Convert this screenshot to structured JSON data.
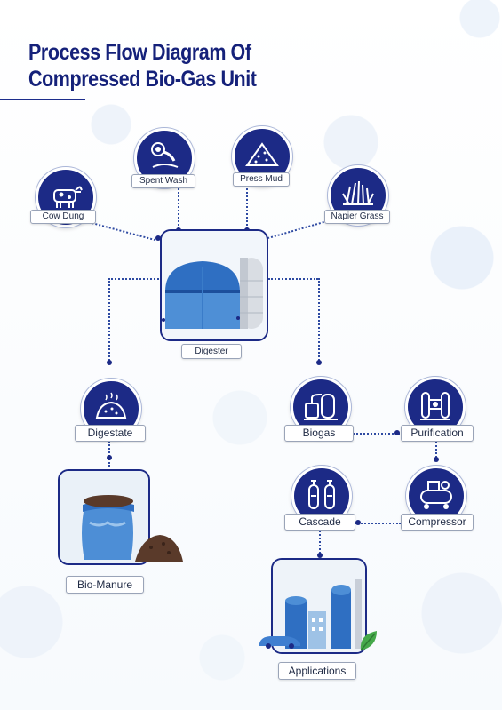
{
  "title": "Process Flow Diagram Of Compressed Bio-Gas Unit",
  "nodes": {
    "cow_dung": "Cow Dung",
    "spent_wash": "Spent Wash",
    "press_mud": "Press Mud",
    "napier_grass": "Napier Grass",
    "digester": "Digester",
    "digestate": "Digestate",
    "biogas": "Biogas",
    "purification": "Purification",
    "compressor": "Compressor",
    "cascade": "Cascade",
    "bio_manure": "Bio-Manure",
    "applications": "Applications"
  },
  "colors": {
    "navy": "#1c2a86",
    "connector": "#2e4aa2",
    "tank_blue": "#2f6fc2"
  },
  "icons": {
    "cow_dung": "cow-icon",
    "spent_wash": "waste-pipe-icon",
    "press_mud": "mud-pile-icon",
    "napier_grass": "grass-icon",
    "digestate": "compost-pile-icon",
    "biogas": "biogas-tanks-icon",
    "purification": "purification-columns-icon",
    "compressor": "compressor-icon",
    "cascade": "gas-cylinders-icon"
  }
}
